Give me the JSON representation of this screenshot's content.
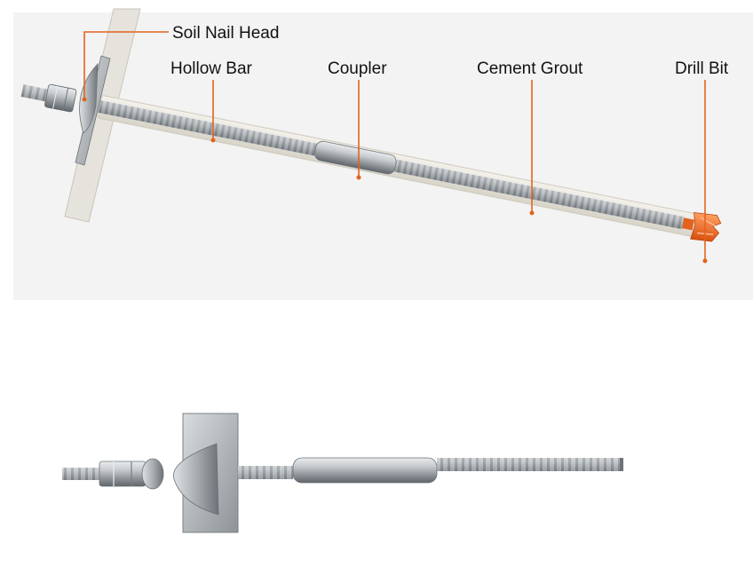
{
  "labels": {
    "soil_nail_head": "Soil Nail Head",
    "hollow_bar": "Hollow Bar",
    "coupler": "Coupler",
    "cement_grout": "Cement Grout",
    "drill_bit": "Drill Bit"
  },
  "colors": {
    "leader_line": "#e2631e",
    "drill_bit": "#f26a1b",
    "grout": "#e7e4dc",
    "steel": "#a9adb0",
    "background_panel": "#f3f3f3"
  },
  "icons": {
    "assembled_view": "soil-nail-assembly-diagram",
    "product_photo": "hollow-bar-with-plate-nut-coupler"
  }
}
